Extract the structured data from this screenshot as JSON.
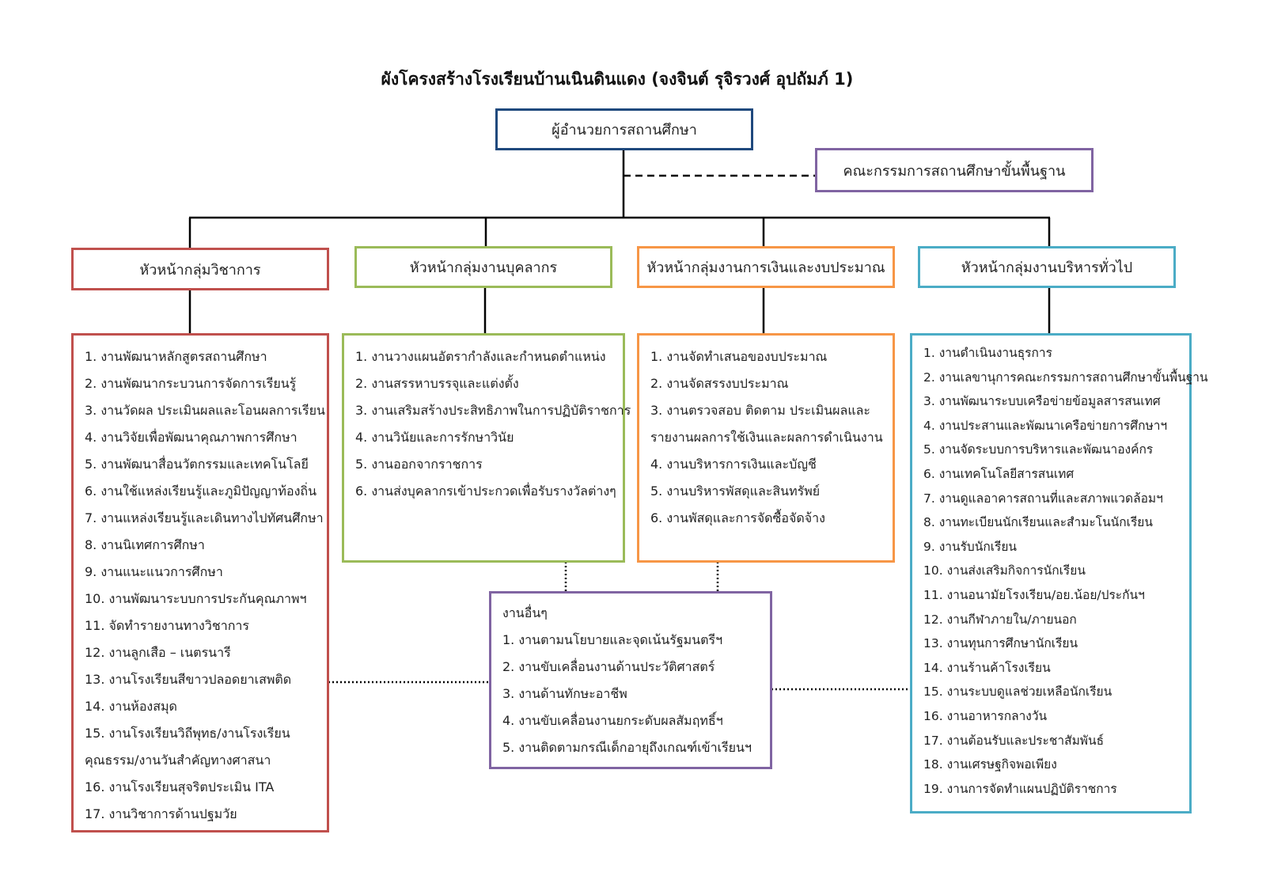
{
  "title": "ผังโครงสร้างโรงเรียนบ้านเนินดินแดง (จงจินต์ รุจิรวงศ์ อุปถัมภ์ 1)",
  "director": "ผู้อำนวยการสถานศึกษา",
  "board": "คณะกรรมการสถานศึกษาขั้นพื้นฐาน",
  "colors": {
    "director": "#1f497d",
    "board": "#8064a2",
    "academic": "#c0504d",
    "personnel": "#9bbb59",
    "finance": "#f79646",
    "general": "#4bacc6",
    "other": "#8064a2"
  },
  "groups": {
    "academic": {
      "head": "หัวหน้ากลุ่มวิชาการ",
      "items": [
        "1. งานพัฒนาหลักสูตรสถานศึกษา",
        "2. งานพัฒนากระบวนการจัดการเรียนรู้",
        "3. งานวัดผล ประเมินผลและโอนผลการเรียน",
        "4. งานวิจัยเพื่อพัฒนาคุณภาพการศึกษา",
        "5. งานพัฒนาสื่อนวัตกรรมและเทคโนโลยี",
        "6. งานใช้แหล่งเรียนรู้และภูมิปัญญาท้องถิ่น",
        "7. งานแหล่งเรียนรู้และเดินทางไปทัศนศึกษา",
        "8. งานนิเทศการศึกษา",
        "9. งานแนะแนวการศึกษา",
        "10. งานพัฒนาระบบการประกันคุณภาพฯ",
        "11. จัดทำรายงานทางวิชาการ",
        "12. งานลูกเสือ – เนตรนารี",
        "13. งานโรงเรียนสีขาวปลอดยาเสพติด",
        "14. งานห้องสมุด",
        "15. งานโรงเรียนวิถีพุทธ/งานโรงเรียน",
        "คุณธรรม/งานวันสำคัญทางศาสนา",
        "16. งานโรงเรียนสุจริตประเมิน ITA",
        "17. งานวิชาการด้านปฐมวัย"
      ]
    },
    "personnel": {
      "head": "หัวหน้ากลุ่มงานบุคลากร",
      "items": [
        "1. งานวางแผนอัตรากำลังและกำหนดตำแหน่ง",
        "2. งานสรรหาบรรจุและแต่งตั้ง",
        "3. งานเสริมสร้างประสิทธิภาพในการปฏิบัติราชการ",
        "4. งานวินัยและการรักษาวินัย",
        "5. งานออกจากราชการ",
        "6. งานส่งบุคลากรเข้าประกวดเพื่อรับรางวัลต่างๆ"
      ]
    },
    "finance": {
      "head": "หัวหน้ากลุ่มงานการเงินและงบประมาณ",
      "items": [
        "1. งานจัดทำเสนอของบประมาณ",
        "2. งานจัดสรรงบประมาณ",
        "3. งานตรวจสอบ ติดตาม ประเมินผลและ",
        "รายงานผลการใช้เงินและผลการดำเนินงาน",
        "4. งานบริหารการเงินและบัญชี",
        "5. งานบริหารพัสดุและสินทรัพย์",
        "6. งานพัสดุและการจัดซื้อจัดจ้าง"
      ]
    },
    "general": {
      "head": "หัวหน้ากลุ่มงานบริหารทั่วไป",
      "items": [
        "1. งานดำเนินงานธุรการ",
        "2. งานเลขานุการคณะกรรมการสถานศึกษาขั้นพื้นฐาน",
        "3. งานพัฒนาระบบเครือข่ายข้อมูลสารสนเทศ",
        "4. งานประสานและพัฒนาเครือข่ายการศึกษาฯ",
        "5. งานจัดระบบการบริหารและพัฒนาองค์กร",
        "6. งานเทคโนโลยีสารสนเทศ",
        "7. งานดูแลอาคารสถานที่และสภาพแวดล้อมฯ",
        "8. งานทะเบียนนักเรียนและสำมะโนนักเรียน",
        "9. งานรับนักเรียน",
        "10. งานส่งเสริมกิจการนักเรียน",
        "11. งานอนามัยโรงเรียน/อย.น้อย/ประกันฯ",
        "12. งานกีฬาภายใน/ภายนอก",
        "13. งานทุนการศึกษานักเรียน",
        "14. งานร้านค้าโรงเรียน",
        "15. งานระบบดูแลช่วยเหลือนักเรียน",
        "16. งานอาหารกลางวัน",
        "17. งานต้อนรับและประชาสัมพันธ์",
        "18. งานเศรษฐกิจพอเพียง",
        "19. งานการจัดทำแผนปฏิบัติราชการ"
      ]
    },
    "other": {
      "items": [
        "งานอื่นๆ",
        "1. งานตามนโยบายและจุดเน้นรัฐมนตรีฯ",
        "2. งานขับเคลื่อนงานด้านประวัติศาสตร์",
        "3. งานด้านทักษะอาชีพ",
        "4. งานขับเคลื่อนงานยกระดับผลสัมฤทธิ์ฯ",
        "5. งานติดตามกรณีเด็กอายุถึงเกณฑ์เข้าเรียนฯ"
      ]
    }
  }
}
